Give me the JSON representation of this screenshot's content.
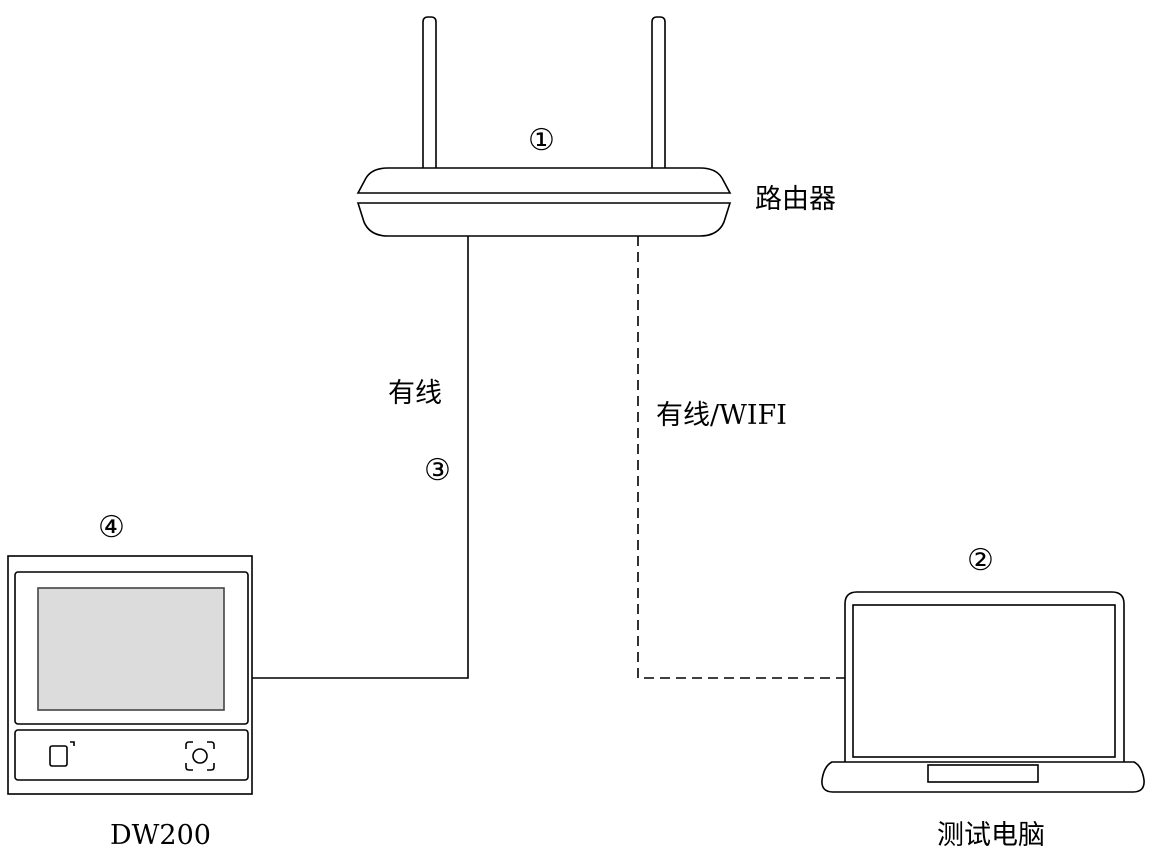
{
  "labels": {
    "router": "路由器",
    "wired": "有线",
    "wired_wifi": "有线/WIFI",
    "device": "DW200",
    "pc": "测试电脑"
  },
  "markers": {
    "router": "①",
    "pc": "②",
    "cable": "③",
    "device": "④"
  },
  "links": [
    {
      "from": "DW200",
      "to": "路由器",
      "style": "solid",
      "label": "有线"
    },
    {
      "from": "测试电脑",
      "to": "路由器",
      "style": "dashed",
      "label": "有线/WIFI"
    }
  ]
}
